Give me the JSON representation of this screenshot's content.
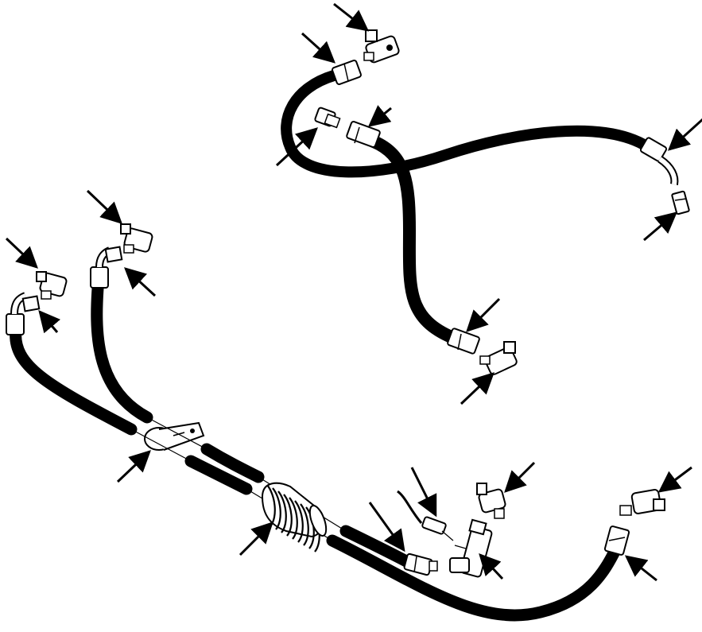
{
  "diagram": {
    "labels": [],
    "colors": {
      "ink": "#000000",
      "paper": "#ffffff",
      "hose": "#111111",
      "fitting_fill": "#ffffff",
      "shade": "#555555"
    },
    "parts": [
      {
        "id": "hose-upper-loop",
        "kind": "hose"
      },
      {
        "id": "hose-upper-long",
        "kind": "hose"
      },
      {
        "id": "hose-left-outer",
        "kind": "hose"
      },
      {
        "id": "hose-left-inner",
        "kind": "hose"
      },
      {
        "id": "hose-lower-long",
        "kind": "hose"
      },
      {
        "id": "coil-spring-guard",
        "kind": "guard"
      },
      {
        "id": "hose-clamp",
        "kind": "clamp"
      },
      {
        "id": "tee-fitting",
        "kind": "fitting"
      },
      {
        "id": "pressure-sensor",
        "kind": "sensor"
      }
    ]
  }
}
